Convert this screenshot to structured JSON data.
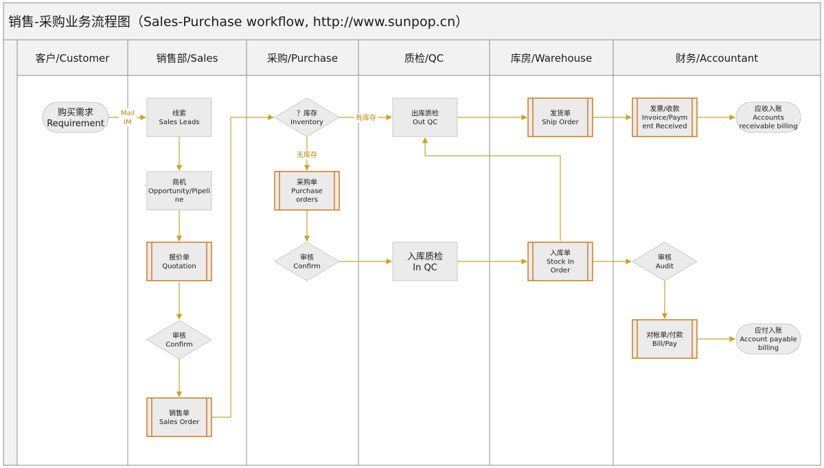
{
  "title": "销售-采购业务流程图（Sales-Purchase workflow, http://www.sunpop.cn）",
  "lanes": [
    {
      "id": "customer",
      "label": "客户/Customer"
    },
    {
      "id": "sales",
      "label": "销售部/Sales"
    },
    {
      "id": "purchase",
      "label": "采购/Purchase"
    },
    {
      "id": "qc",
      "label": "质检/QC"
    },
    {
      "id": "warehouse",
      "label": "库房/Warehouse"
    },
    {
      "id": "accountant",
      "label": "财务/Accountant"
    }
  ],
  "nodes": [
    {
      "id": "requirement",
      "shape": "terminal",
      "lines": [
        "购买需求",
        "Requirement"
      ],
      "size": "lg"
    },
    {
      "id": "sales-leads",
      "shape": "process",
      "lines": [
        "线索",
        "Sales Leads"
      ]
    },
    {
      "id": "opportunity",
      "shape": "process",
      "lines": [
        "商机",
        "Opportunity/Pipeli",
        "ne"
      ]
    },
    {
      "id": "quotation",
      "shape": "document",
      "lines": [
        "报价单",
        "Quotation"
      ]
    },
    {
      "id": "sales-confirm",
      "shape": "decision",
      "lines": [
        "审核",
        "Confirm"
      ]
    },
    {
      "id": "sales-order",
      "shape": "document",
      "lines": [
        "销售单",
        "Sales Order"
      ]
    },
    {
      "id": "inventory",
      "shape": "decision",
      "lines": [
        "？库存",
        "Inventory"
      ]
    },
    {
      "id": "purchase-orders",
      "shape": "document",
      "lines": [
        "采购单",
        "Purchase",
        "orders"
      ]
    },
    {
      "id": "purchase-confirm",
      "shape": "decision",
      "lines": [
        "审核",
        "Confirm"
      ]
    },
    {
      "id": "out-qc",
      "shape": "process",
      "lines": [
        "出库质检",
        "Out QC"
      ]
    },
    {
      "id": "in-qc",
      "shape": "process",
      "lines": [
        "入库质检",
        "In QC"
      ],
      "size": "lg"
    },
    {
      "id": "ship-order",
      "shape": "document",
      "lines": [
        "发货单",
        "Ship Order"
      ]
    },
    {
      "id": "stock-in-order",
      "shape": "document",
      "lines": [
        "入库单",
        "Stock In",
        "Order"
      ]
    },
    {
      "id": "invoice",
      "shape": "document",
      "lines": [
        "发票/收款",
        "Invoice/Paym",
        "ent Received"
      ]
    },
    {
      "id": "accounts-receivable",
      "shape": "terminal",
      "lines": [
        "应收入账",
        "Accounts",
        "receivable billing"
      ]
    },
    {
      "id": "audit",
      "shape": "decision",
      "lines": [
        "审核",
        "Audit"
      ]
    },
    {
      "id": "bill-pay",
      "shape": "document",
      "lines": [
        "对帐单/付款",
        "Bill/Pay"
      ]
    },
    {
      "id": "accounts-payable",
      "shape": "terminal",
      "lines": [
        "应付入账",
        "Account payable",
        "billing"
      ]
    }
  ],
  "edge_labels": {
    "mail": "Mail",
    "im": "IM",
    "in_stock": "有库存",
    "no_stock": "无库存"
  },
  "colors": {
    "connector": "#c9a227",
    "box_fill": "#ebebeb",
    "box_stroke": "#c8c8c8",
    "doc_stroke": "#d07a1e",
    "lane_header_fill": "#f2f2f2",
    "lane_line": "#8c8c8c"
  }
}
